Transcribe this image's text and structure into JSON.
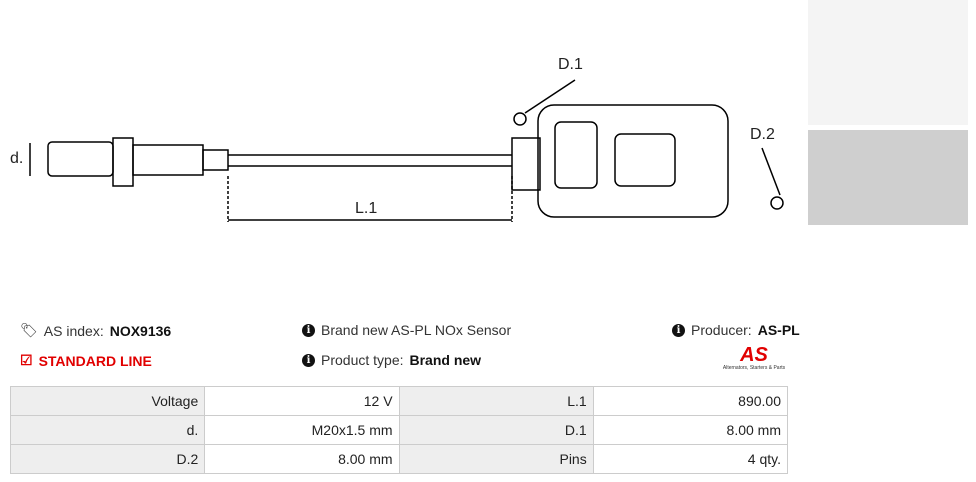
{
  "diagram": {
    "d": "d.",
    "l1": "L.1",
    "d1": "D.1",
    "d2": "D.2"
  },
  "info": {
    "as_index_label": "AS index:",
    "as_index": "NOX9136",
    "line": "STANDARD LINE",
    "description": "Brand new AS-PL NOx Sensor",
    "product_type_label": "Product type:",
    "product_type": "Brand new",
    "producer_label": "Producer:",
    "producer": "AS-PL",
    "logo_text": "AS",
    "logo_tagline": "Alternators, Starters & Parts"
  },
  "specs": [
    [
      "Voltage",
      "12 V",
      "L.1",
      "890.00"
    ],
    [
      "d.",
      "M20x1.5 mm",
      "D.1",
      "8.00 mm"
    ],
    [
      "D.2",
      "8.00 mm",
      "Pins",
      "4 qty."
    ]
  ]
}
